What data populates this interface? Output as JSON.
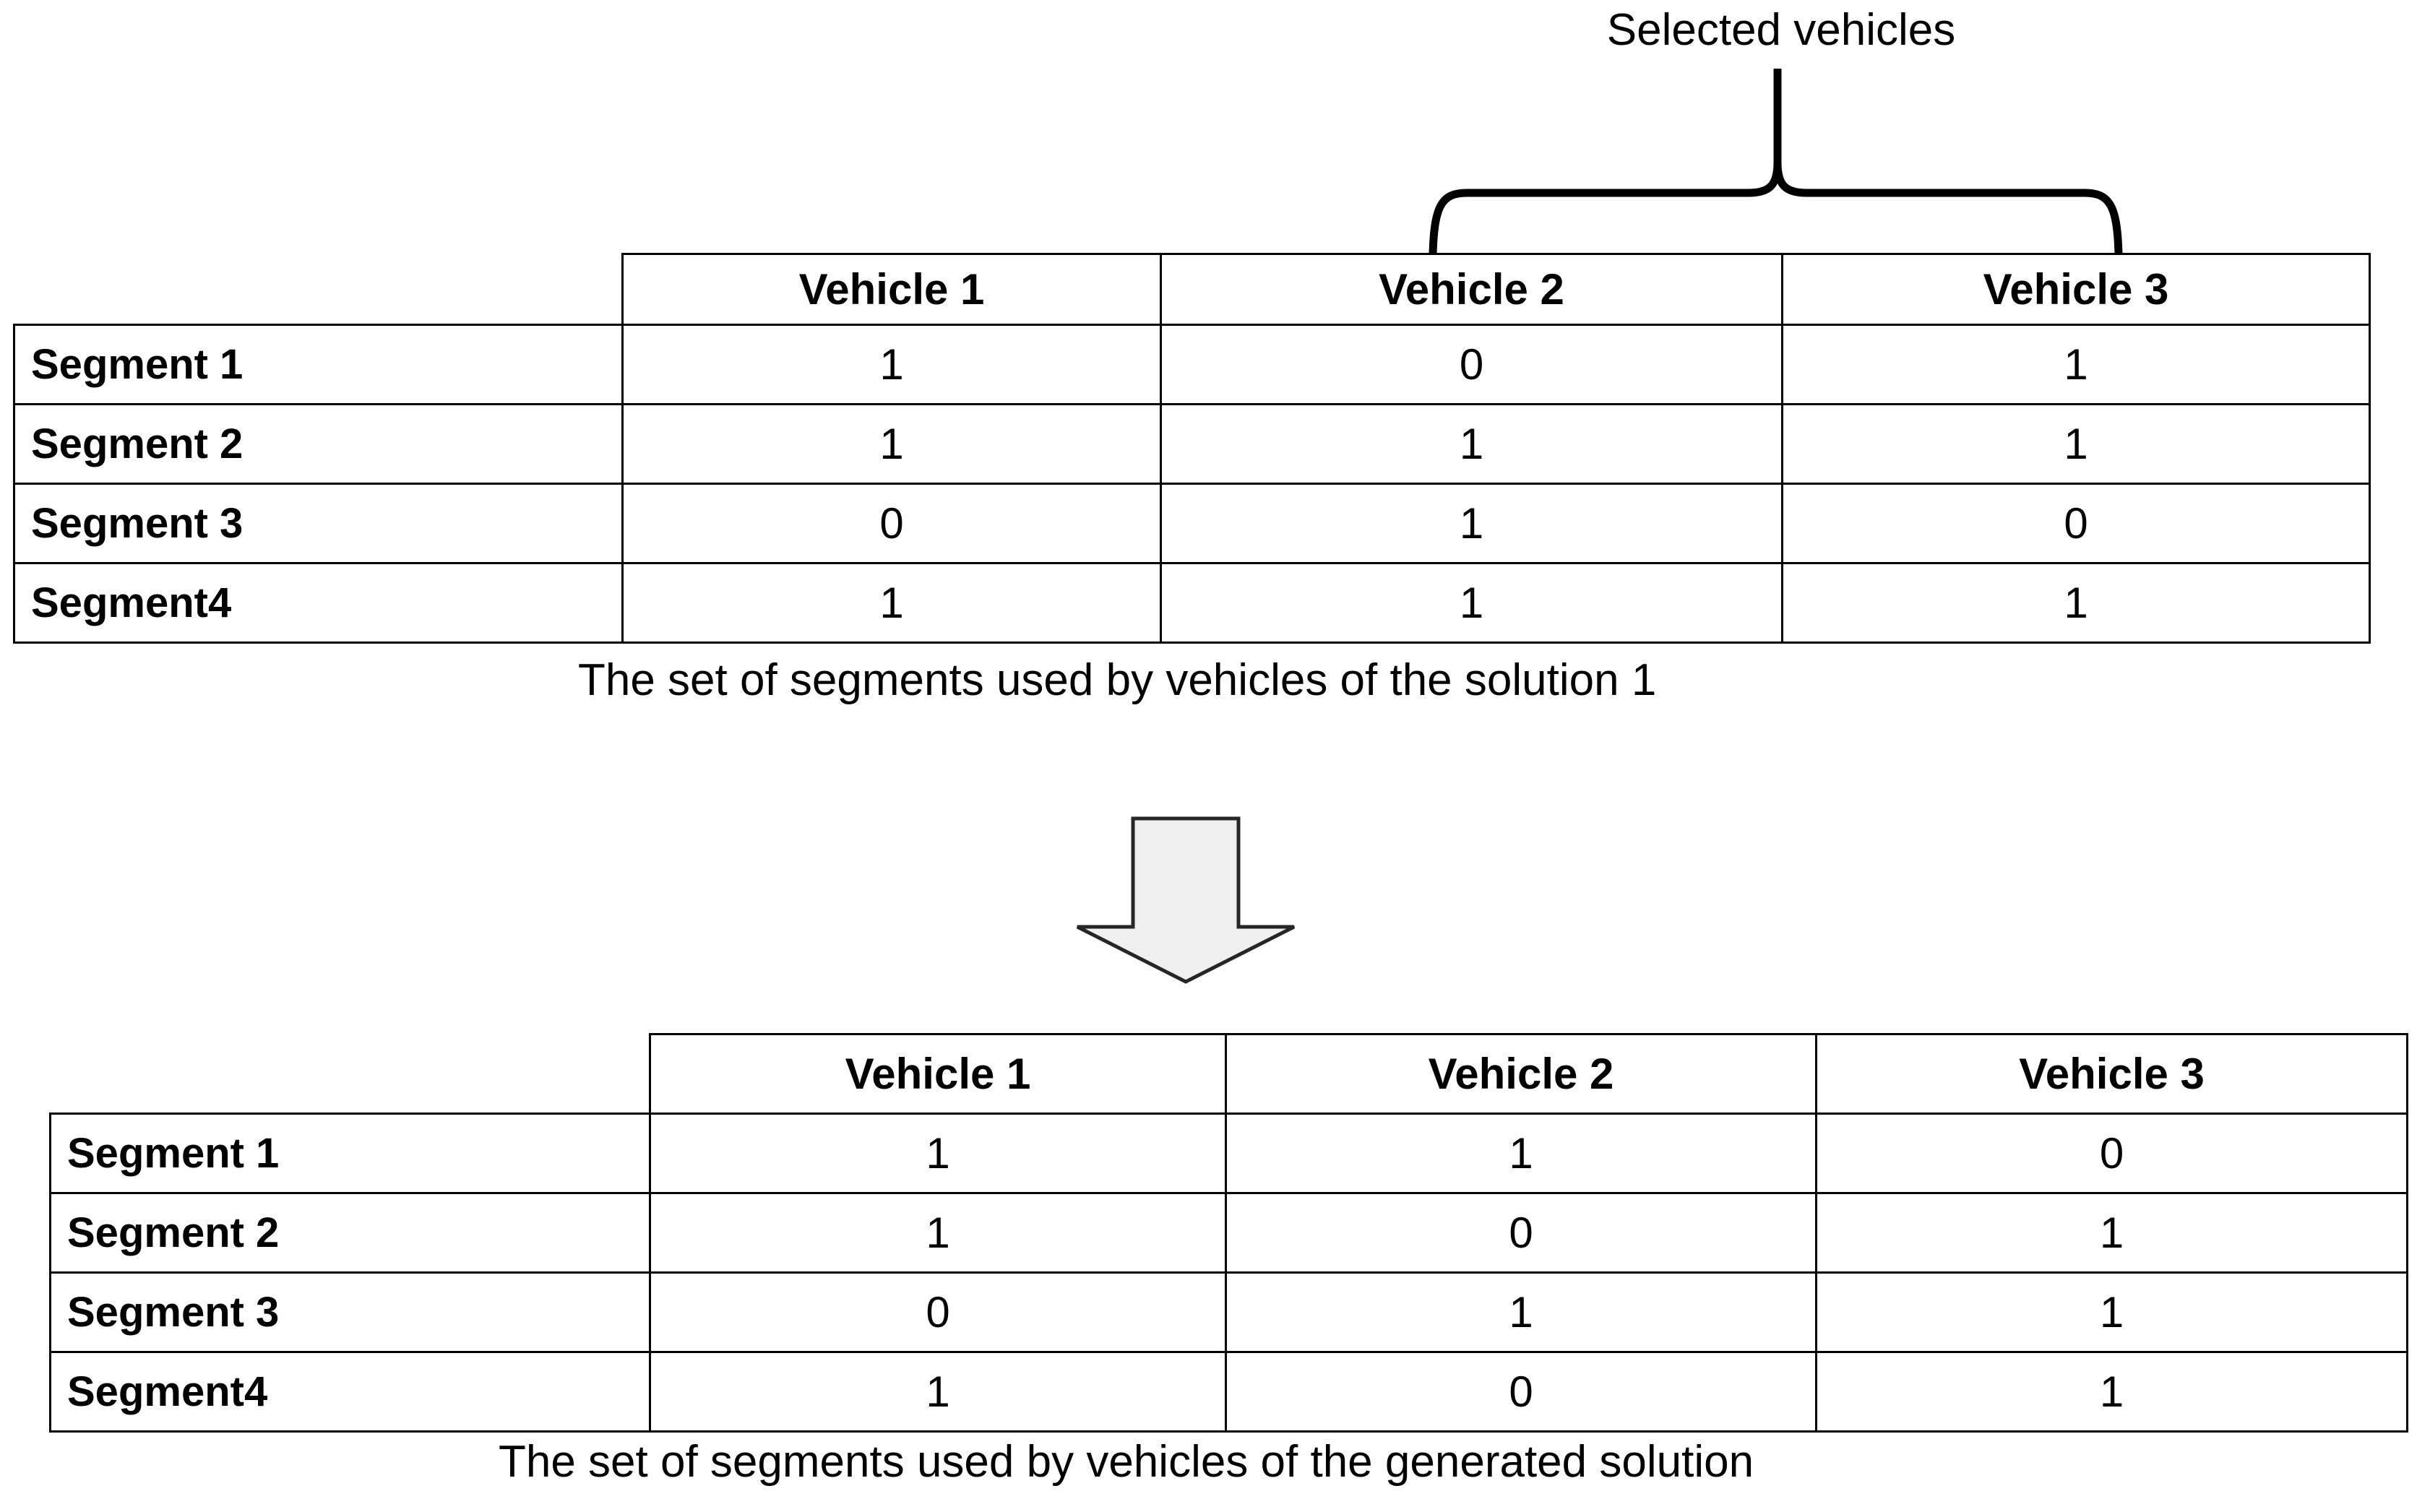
{
  "annotation": {
    "selected_label": "Selected vehicles",
    "brace_icon": "curly-brace-down-icon"
  },
  "flow": {
    "arrow_icon": "down-arrow-icon",
    "arrow_fill": "#efefef",
    "arrow_stroke": "#262626"
  },
  "tables": [
    {
      "id": "solution1",
      "caption": "The set of segments used by vehicles of the solution 1",
      "corner_label": "",
      "columns": [
        "Vehicle 1",
        "Vehicle 2",
        "Vehicle 3"
      ],
      "rows": [
        {
          "label": "Segment 1",
          "values": [
            "1",
            "0",
            "1"
          ]
        },
        {
          "label": "Segment 2",
          "values": [
            "1",
            "1",
            "1"
          ]
        },
        {
          "label": "Segment 3",
          "values": [
            "0",
            "1",
            "0"
          ]
        },
        {
          "label": "Segment4",
          "values": [
            "1",
            "1",
            "1"
          ]
        }
      ]
    },
    {
      "id": "generated",
      "caption": "The set of segments used by vehicles of the generated solution",
      "corner_label": "",
      "columns": [
        "Vehicle 1",
        "Vehicle 2",
        "Vehicle 3"
      ],
      "rows": [
        {
          "label": "Segment 1",
          "values": [
            "1",
            "1",
            "0"
          ]
        },
        {
          "label": "Segment 2",
          "values": [
            "1",
            "0",
            "1"
          ]
        },
        {
          "label": "Segment 3",
          "values": [
            "0",
            "1",
            "1"
          ]
        },
        {
          "label": "Segment4",
          "values": [
            "1",
            "0",
            "1"
          ]
        }
      ]
    }
  ],
  "colors": {
    "border": "#000000",
    "text": "#000000",
    "background": "#ffffff"
  }
}
